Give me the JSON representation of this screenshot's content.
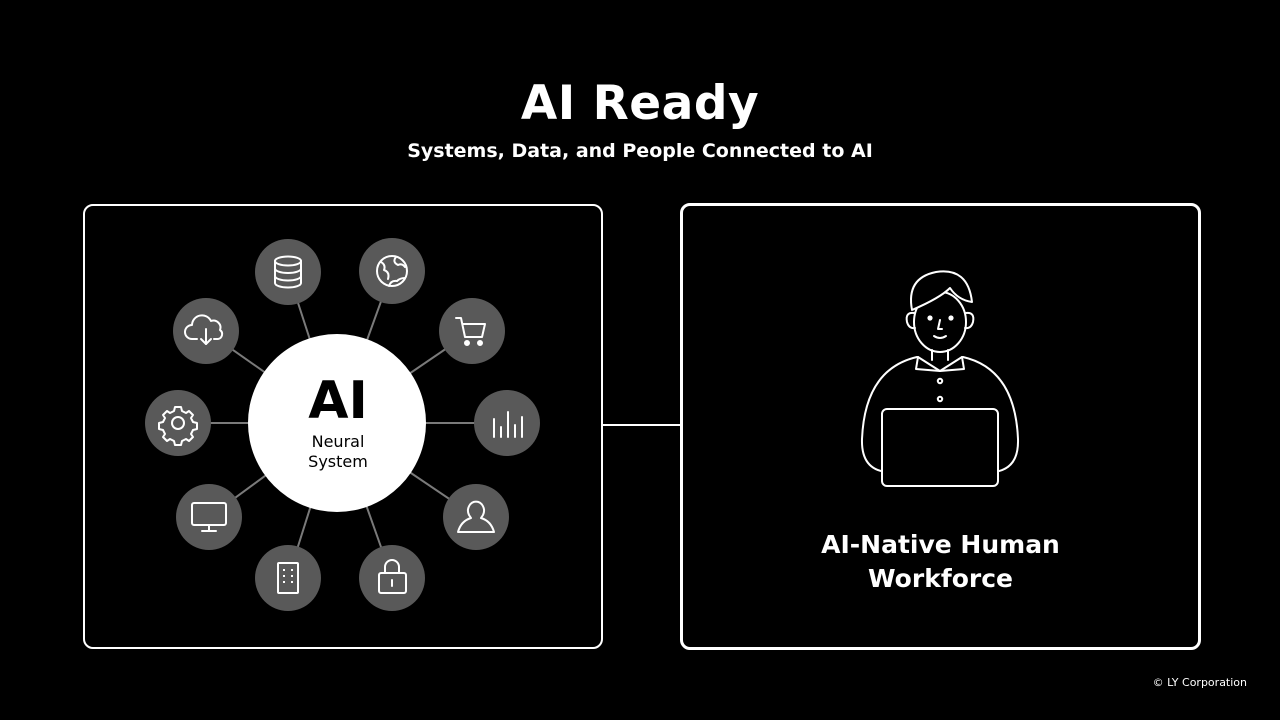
{
  "header": {
    "title": "AI Ready",
    "subtitle": "Systems, Data, and People Connected to AI"
  },
  "hub": {
    "label": "AI",
    "sub_line1": "Neural",
    "sub_line2": "System"
  },
  "nodes": [
    {
      "icon": "database-icon"
    },
    {
      "icon": "globe-icon"
    },
    {
      "icon": "shopping-cart-icon"
    },
    {
      "icon": "bar-chart-icon"
    },
    {
      "icon": "user-icon"
    },
    {
      "icon": "lock-icon"
    },
    {
      "icon": "building-icon"
    },
    {
      "icon": "monitor-icon"
    },
    {
      "icon": "gear-icon"
    },
    {
      "icon": "cloud-download-icon"
    }
  ],
  "workforce": {
    "line1": "AI-Native Human",
    "line2": "Workforce",
    "illustration": "person-with-laptop-icon"
  },
  "footer": {
    "copyright": "© LY Corporation"
  },
  "colors": {
    "background": "#000000",
    "foreground": "#ffffff",
    "node_fill": "#595959",
    "spoke": "#7a7a7a"
  }
}
